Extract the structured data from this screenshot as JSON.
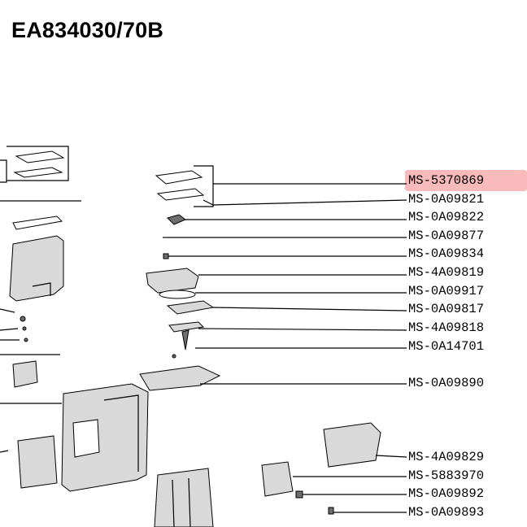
{
  "title": "EA834030/70B",
  "highlight_color": "#f5a3a3",
  "parts": [
    {
      "ref": "MS-5370869",
      "selected": true
    },
    {
      "ref": "MS-0A09821",
      "selected": false
    },
    {
      "ref": "MS-0A09822",
      "selected": false
    },
    {
      "ref": "MS-0A09877",
      "selected": false
    },
    {
      "ref": "MS-0A09834",
      "selected": false
    },
    {
      "ref": "MS-4A09819",
      "selected": false
    },
    {
      "ref": "MS-0A09917",
      "selected": false
    },
    {
      "ref": "MS-0A09817",
      "selected": false
    },
    {
      "ref": "MS-4A09818",
      "selected": false
    },
    {
      "ref": "MS-0A14701",
      "selected": false
    },
    {
      "ref": "MS-0A09890",
      "selected": false
    },
    {
      "ref": "MS-4A09829",
      "selected": false
    },
    {
      "ref": "MS-5883970",
      "selected": false
    },
    {
      "ref": "MS-0A09892",
      "selected": false
    },
    {
      "ref": "MS-0A09893",
      "selected": false
    }
  ]
}
